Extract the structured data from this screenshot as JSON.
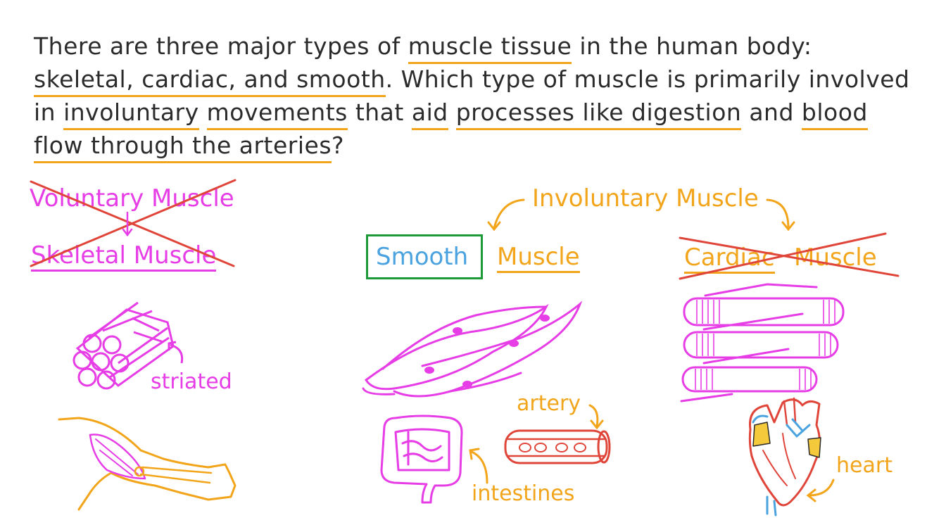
{
  "question": {
    "words": [
      {
        "t": "There",
        "u": false
      },
      {
        "t": "are",
        "u": false
      },
      {
        "t": "three",
        "u": false
      },
      {
        "t": "major",
        "u": false
      },
      {
        "t": "types",
        "u": false
      },
      {
        "t": "of",
        "u": false
      },
      {
        "t": "muscle tissue",
        "u": true
      },
      {
        "t": "in",
        "u": false
      },
      {
        "t": "the",
        "u": false
      },
      {
        "t": "human",
        "u": false
      },
      {
        "t": "body:",
        "u": false
      },
      {
        "t": "skeletal, cardiac, and smooth",
        "u": true
      },
      {
        "t": ".",
        "u": false
      },
      {
        "t": "Which",
        "u": false
      },
      {
        "t": "type",
        "u": false
      },
      {
        "t": "of",
        "u": false
      },
      {
        "t": "muscle",
        "u": false
      },
      {
        "t": "is",
        "u": false
      },
      {
        "t": "primarily",
        "u": false
      },
      {
        "t": "involved",
        "u": false
      },
      {
        "t": "in",
        "u": false
      },
      {
        "t": "involuntary",
        "u": true
      },
      {
        "t": "movements",
        "u": true
      },
      {
        "t": "that",
        "u": false
      },
      {
        "t": "aid",
        "u": true
      },
      {
        "t": "processes like digestion",
        "u": true
      },
      {
        "t": "and",
        "u": false
      },
      {
        "t": "blood",
        "u": true
      },
      {
        "t": "flow through the arteries",
        "u": true
      },
      {
        "t": "?",
        "u": false
      }
    ]
  },
  "left": {
    "voluntary_label": "Voluntary Muscle",
    "skeletal_label": "Skeletal Muscle",
    "striated_label": "striated"
  },
  "middle": {
    "involuntary_label": "Involuntary Muscle",
    "smooth_label": "Smooth",
    "muscle_label": "Muscle",
    "artery_label": "artery",
    "intestines_label": "intestines"
  },
  "right": {
    "cardiac_label": "Cardiac",
    "muscle_label": "Muscle",
    "heart_label": "heart"
  },
  "colors": {
    "pink": "#e63de6",
    "orange": "#f2a51a",
    "red": "#e0453a",
    "blue": "#4aa3df",
    "green": "#1c9a3a",
    "text": "#2b2b2b"
  },
  "icons": [
    "muscle-bundle-icon",
    "arm-icon",
    "smooth-muscle-cells-icon",
    "intestines-icon",
    "artery-icon",
    "cardiac-fibers-icon",
    "heart-icon"
  ]
}
